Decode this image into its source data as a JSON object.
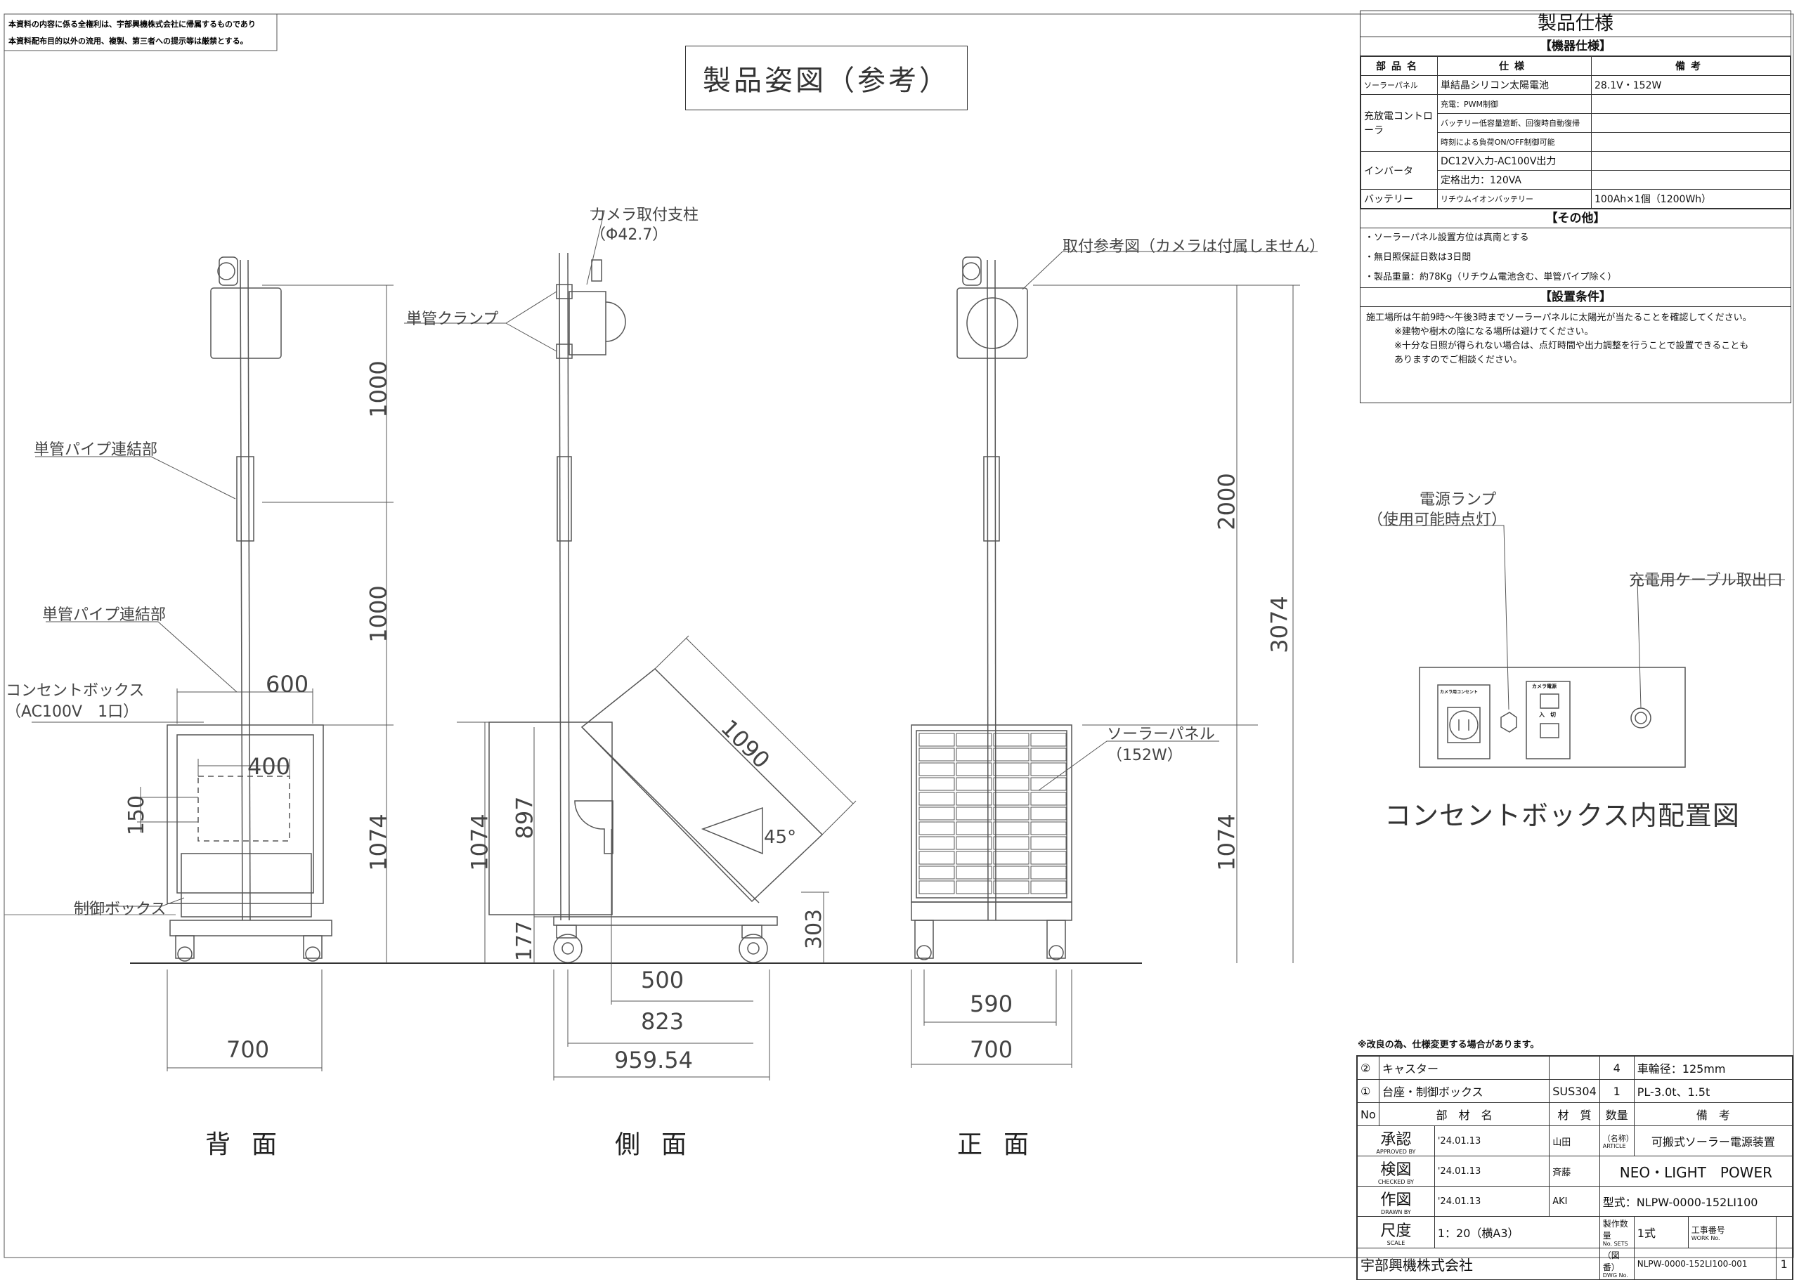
{
  "notice": {
    "line1": "本資料の内容に係る全権利は、宇部興機株式会社に帰属するものであり",
    "line2": "本資料配布目的以外の流用、複製、第三者への提示等は厳禁とする。"
  },
  "title": "製品姿図（参考）",
  "views": {
    "back": "背面",
    "side": "側面",
    "front": "正面"
  },
  "labels": {
    "pipe_joint_1": "単管パイプ連結部",
    "pipe_joint_2": "単管パイプ連結部",
    "outlet_box": "コンセントボックス",
    "outlet_box_spec": "（AC100V　1口）",
    "control_box": "制御ボックス",
    "camera_pole": "カメラ取付支柱",
    "camera_pole_dia": "（Φ42.7）",
    "clamp": "単管クランプ",
    "camera_ref": "取付参考図（カメラは付属しません）",
    "solar_panel": "ソーラーパネル",
    "solar_panel_w": "（152W）",
    "power_lamp": "電源ランプ",
    "power_lamp_note": "（使用可能時点灯）",
    "charge_cable": "充電用ケーブル取出口",
    "layout_title": "コンセントボックス内配置図",
    "outlet_tag": "カメラ用コンセント",
    "camera_power": "カメラ電源",
    "on_off": "入　切"
  },
  "dimensions": {
    "back_1000_upper": "1000",
    "back_1000_lower": "1000",
    "back_1074": "1074",
    "back_600": "600",
    "back_400": "400",
    "back_150": "150",
    "back_700": "700",
    "side_1090": "1090",
    "side_45": "45°",
    "side_1074": "1074",
    "side_897": "897",
    "side_177": "177",
    "side_303": "303",
    "side_500": "500",
    "side_823": "823",
    "side_959": "959.54",
    "front_2000": "2000",
    "front_3074": "3074",
    "front_1074": "1074",
    "front_590": "590",
    "front_700": "700"
  },
  "spec": {
    "heading": "製品仕様",
    "equipment_section": "【機器仕様】",
    "columns": [
      "部品名",
      "仕様",
      "備考"
    ],
    "rows": [
      {
        "part": "ソーラーパネル",
        "spec": "単結晶シリコン太陽電池",
        "note": "28.1V・152W"
      },
      {
        "part": "充放電コントローラ",
        "spec": "充電：PWM制御",
        "note": ""
      },
      {
        "part": "",
        "spec": "バッテリー低容量遮断、回復時自動復帰",
        "note": ""
      },
      {
        "part": "",
        "spec": "時刻による負荷ON/OFF制御可能",
        "note": ""
      },
      {
        "part": "インバータ",
        "spec": "DC12V入力-AC100V出力",
        "note": ""
      },
      {
        "part": "",
        "spec": "定格出力：120VA",
        "note": ""
      },
      {
        "part": "バッテリー",
        "spec": "リチウムイオンバッテリー",
        "note": "100Ah×1個（1200Wh）"
      }
    ],
    "other_section": "【その他】",
    "other": [
      "・ソーラーパネル設置方位は真南とする",
      "・無日照保証日数は3日間",
      "・製品重量：約78Kg（リチウム電池含む、単管パイプ除く）"
    ],
    "cond_section": "【設置条件】",
    "conditions": [
      "施工場所は午前9時～午後3時までソーラーパネルに太陽光が当たることを確認してください。",
      "※建物や樹木の陰になる場所は避けてください。",
      "※十分な日照が得られない場合は、点灯時間や出力調整を行うことで設置できることも",
      "ありますのでご相談ください。"
    ]
  },
  "titleblock": {
    "change_note": "※改良の為、仕様変更する場合があります。",
    "parts": [
      {
        "no": "②",
        "name": "キャスター",
        "material": "",
        "qty": "4",
        "remark": "車輪径：125mm"
      },
      {
        "no": "①",
        "name": "台座・制御ボックス",
        "material": "SUS304",
        "qty": "1",
        "remark": "PL-3.0t、1.5t"
      }
    ],
    "header": {
      "no": "No",
      "name": "部　材　名",
      "material": "材　質",
      "qty": "数量",
      "remark": "備　考"
    },
    "approved": {
      "label": "承認",
      "sub": "APPROVED BY",
      "date": "'24.01.13",
      "person": "山田"
    },
    "checked": {
      "label": "検図",
      "sub": "CHECKED BY",
      "date": "'24.01.13",
      "person": "斉藤"
    },
    "drawn": {
      "label": "作図",
      "sub": "DRAWN BY",
      "date": "'24.01.13",
      "person": "AKI"
    },
    "name_label": "（名称）",
    "name_sub": "ARTICLE",
    "product_name": "可搬式ソーラー電源装置",
    "product_brand": "NEO・LIGHT　POWER",
    "model": "型式：NLPW-0000-152LI100",
    "scale_label": "尺度",
    "scale_sub": "SCALE",
    "scale": "1：20（横A3）",
    "sets_label": "製作数量",
    "sets_sub": "No. SETS",
    "sets": "1式",
    "work_label": "工事番号",
    "work_sub": "WORK No.",
    "company": "宇部興機株式会社",
    "dwg_label": "（図番）",
    "dwg_sub": "DWG No.",
    "dwg_no": "NLPW-0000-152LI100-001",
    "sheet": "1"
  }
}
